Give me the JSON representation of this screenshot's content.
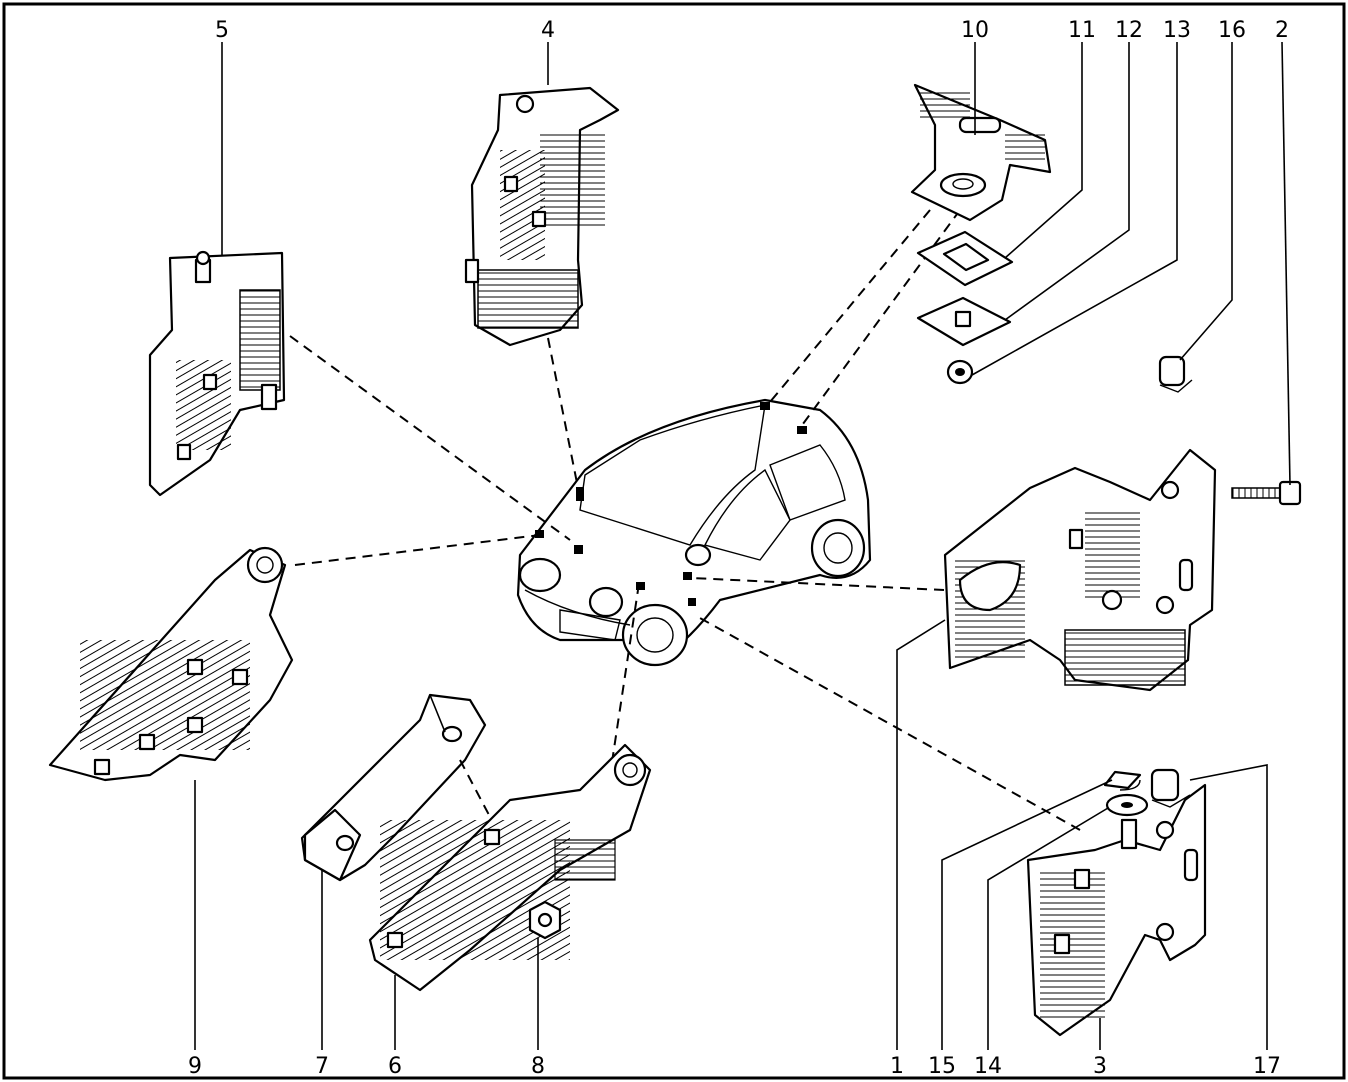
{
  "diagram": {
    "callouts": [
      {
        "id": "5",
        "label": "5"
      },
      {
        "id": "4",
        "label": "4"
      },
      {
        "id": "10",
        "label": "10"
      },
      {
        "id": "11",
        "label": "11"
      },
      {
        "id": "12",
        "label": "12"
      },
      {
        "id": "13",
        "label": "13"
      },
      {
        "id": "16",
        "label": "16"
      },
      {
        "id": "2",
        "label": "2"
      },
      {
        "id": "9",
        "label": "9"
      },
      {
        "id": "7",
        "label": "7"
      },
      {
        "id": "6",
        "label": "6"
      },
      {
        "id": "8",
        "label": "8"
      },
      {
        "id": "1",
        "label": "1"
      },
      {
        "id": "15",
        "label": "15"
      },
      {
        "id": "14",
        "label": "14"
      },
      {
        "id": "3",
        "label": "3"
      },
      {
        "id": "17",
        "label": "17"
      }
    ]
  }
}
